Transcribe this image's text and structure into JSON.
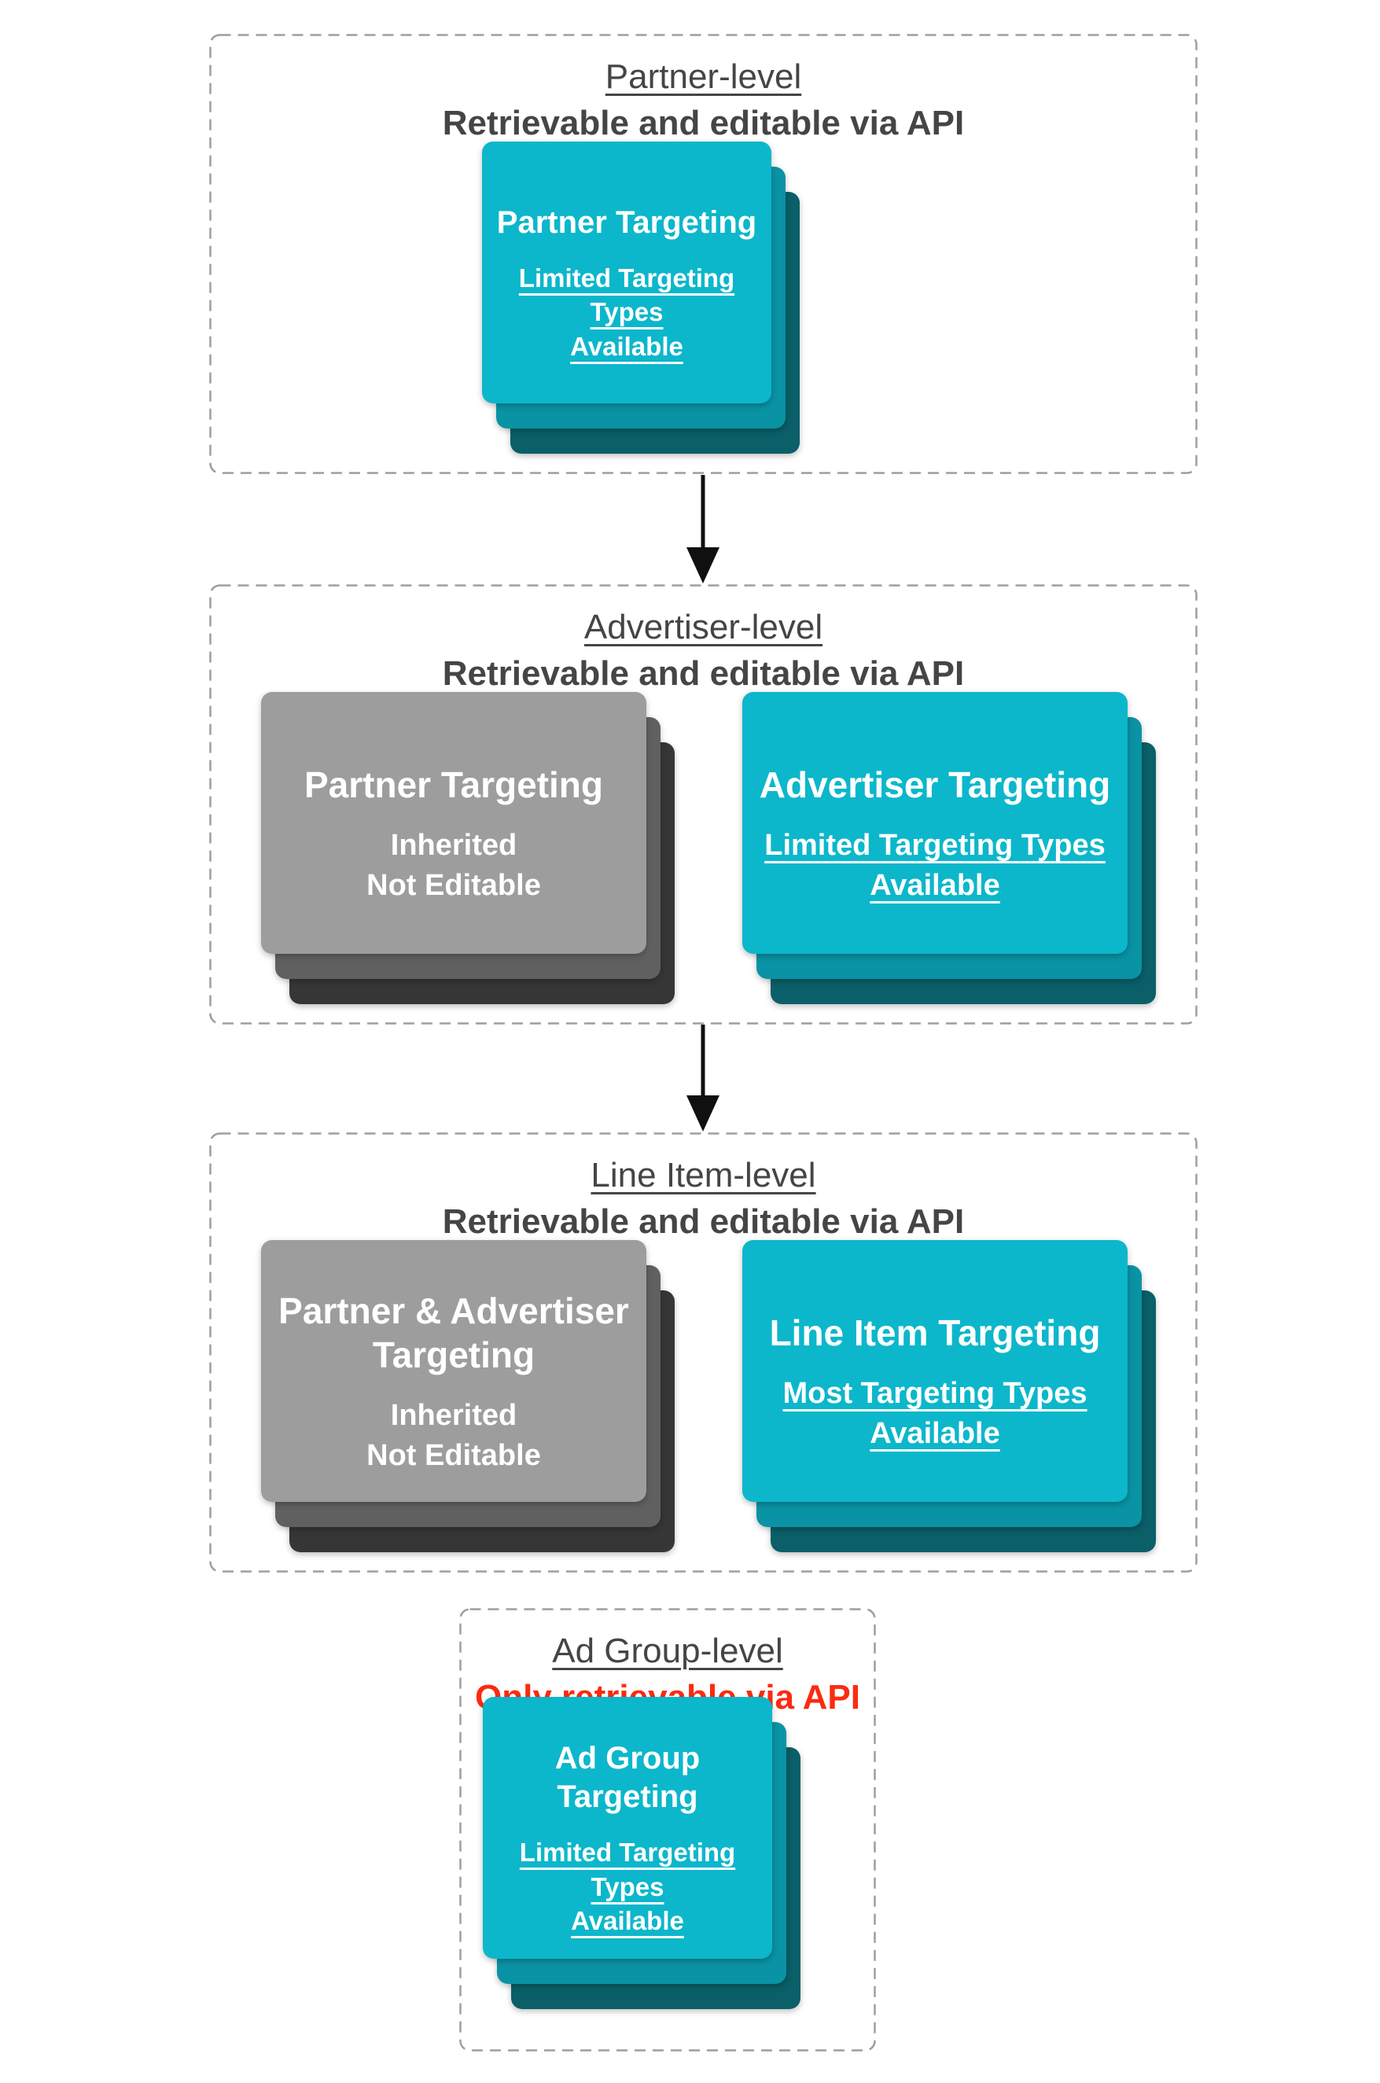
{
  "diagram": {
    "description": "Display & Video 360 targeting hierarchy: API retrievability and editability by level",
    "colors": {
      "background": "#ffffff",
      "teal_card_front": "#0cb7cb",
      "teal_card_middle": "#0a93a4",
      "teal_card_back": "#0a5f68",
      "gray_card_front": "#9d9d9d",
      "gray_card_middle": "#606060",
      "gray_card_back": "#363636",
      "heading_text": "#454545",
      "alert_text": "#fb2b11",
      "card_text": "#ffffff",
      "dashed_border": "#9e9e9e",
      "arrow": "#101010"
    },
    "icons": [
      "arrow-down-icon"
    ]
  },
  "sections": [
    {
      "id": "partner-level",
      "title": "Partner-level",
      "subtitle": "Retrievable and editable via API",
      "cards": [
        {
          "title": "Partner Targeting",
          "theme": "teal",
          "lines": [
            "Limited Targeting Types",
            "Available"
          ]
        }
      ]
    },
    {
      "id": "advertiser-level",
      "title": "Advertiser-level",
      "subtitle": "Retrievable and editable via API",
      "cards": [
        {
          "title": "Partner Targeting",
          "theme": "gray",
          "lines": [
            "Inherited",
            "Not Editable"
          ]
        },
        {
          "title": "Advertiser Targeting",
          "theme": "teal",
          "lines": [
            "Limited Targeting Types",
            "Available"
          ]
        }
      ]
    },
    {
      "id": "line-item-level",
      "title": "Line Item-level",
      "subtitle": "Retrievable and editable via API",
      "cards": [
        {
          "title": "Partner & Advertiser Targeting",
          "theme": "gray",
          "lines": [
            "Inherited",
            "Not Editable"
          ]
        },
        {
          "title": "Line Item Targeting",
          "theme": "teal",
          "lines": [
            "Most Targeting Types",
            "Available"
          ]
        }
      ]
    },
    {
      "id": "ad-group-level",
      "title": "Ad Group-level",
      "subtitle": "Only retrievable via API",
      "cards": [
        {
          "title": "Ad Group Targeting",
          "theme": "teal",
          "lines": [
            "Limited Targeting Types",
            "Available"
          ]
        }
      ]
    }
  ]
}
